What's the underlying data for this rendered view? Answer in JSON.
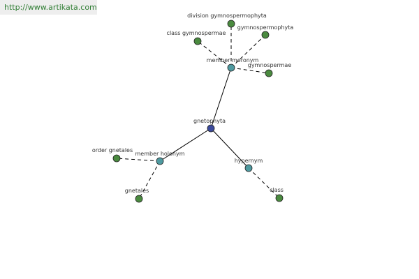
{
  "watermark": "http://www.artikata.com",
  "graph": {
    "center": "gnetophyta",
    "relations": {
      "meronym": "member meronym",
      "holonym": "member holonym",
      "hypernym": "hypernym"
    },
    "members": {
      "division": "division gymnospermophyta",
      "gymnospermophyta": "gymnospermophyta",
      "class_gymnospermae": "class gymnospermae",
      "gymnospermae": "gymnospermae",
      "order_gnetales": "order gnetales",
      "gnetales": "gnetales",
      "class": "class"
    },
    "colors": {
      "center_node": "#3b4a9c",
      "relation_node": "#4f9aa0",
      "leaf_node": "#4a8a3f",
      "edge": "#000000"
    }
  }
}
